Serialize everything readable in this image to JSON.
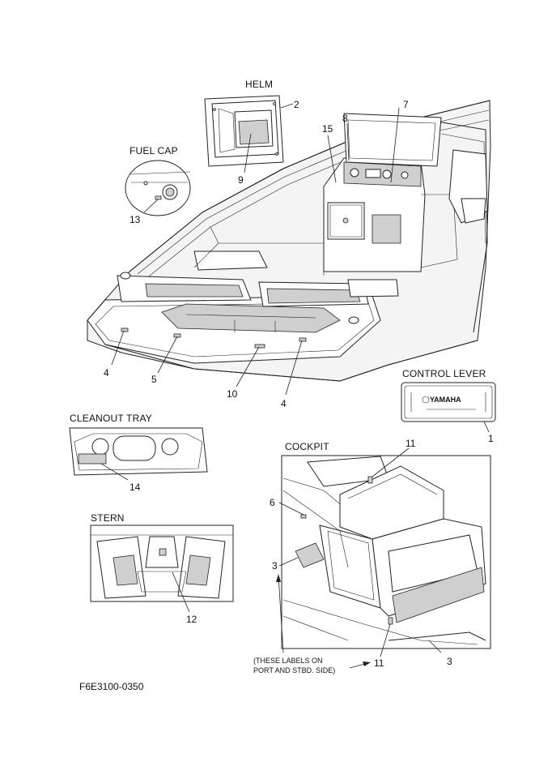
{
  "sections": {
    "helm": "HELM",
    "fuel_cap": "FUEL CAP",
    "control_lever": "CONTROL LEVER",
    "cleanout_tray": "CLEANOUT TRAY",
    "cockpit": "COCKPIT",
    "stern": "STERN"
  },
  "callouts": {
    "c1": "1",
    "c2": "2",
    "c3a": "3",
    "c3b": "3",
    "c4a": "4",
    "c4b": "4",
    "c5": "5",
    "c6": "6",
    "c7": "7",
    "c8": "8",
    "c9": "9",
    "c10": "10",
    "c11a": "11",
    "c11b": "11",
    "c12": "12",
    "c13": "13",
    "c14": "14",
    "c15": "15"
  },
  "control_lever_decal": {
    "brand": "YAMAHA"
  },
  "note": {
    "line1": "(THESE LABELS ON",
    "line2": "PORT AND STBD. SIDE)"
  },
  "figure_code": "F6E3100-0350"
}
